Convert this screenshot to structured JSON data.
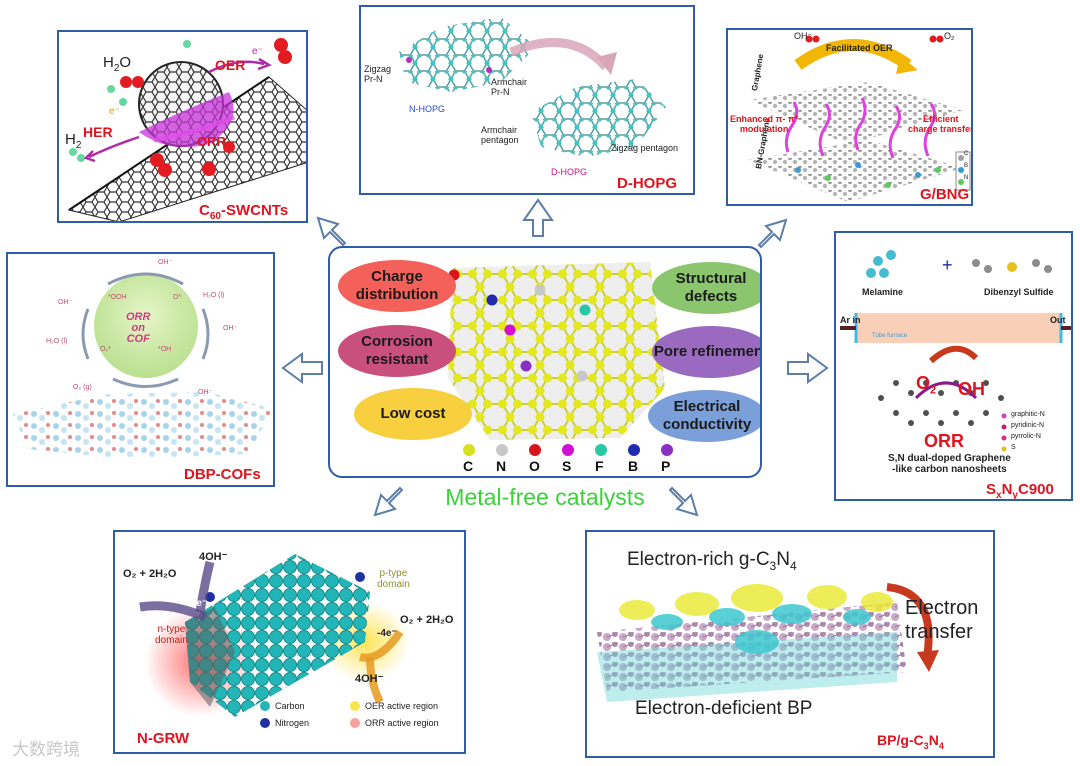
{
  "center": {
    "properties": [
      "Charge distribution",
      "Corrosion resistant",
      "Low cost",
      "Structural defects",
      "Pore refinement",
      "Electrical conductivity"
    ],
    "pill_colors": [
      "#f4605a",
      "#c9507c",
      "#f7cf3f",
      "#8bc56e",
      "#9a6ac0",
      "#7b9fd8"
    ],
    "legend": [
      {
        "symbol": "C",
        "color": "#d9e021"
      },
      {
        "symbol": "N",
        "color": "#c8c8c8"
      },
      {
        "symbol": "O",
        "color": "#d9141c"
      },
      {
        "symbol": "S",
        "color": "#d40fd4"
      },
      {
        "symbol": "F",
        "color": "#26c9a4"
      },
      {
        "symbol": "B",
        "color": "#1f2ab0"
      },
      {
        "symbol": "P",
        "color": "#8a2fc4"
      }
    ],
    "title": "Metal-free catalysts"
  },
  "panels": {
    "c60": {
      "label_main": "C",
      "label_sub": "60",
      "label_rest": "-SWCNTs",
      "h2o": "H",
      "h2o_sub": "2",
      "h2o_rest": "O",
      "h2": "H",
      "h2_sub": "2",
      "oer": "OER",
      "her": "HER",
      "orr": "ORR",
      "electron": "e⁻"
    },
    "dhopg": {
      "label": "D-HOPG",
      "zigzag_prn": "Zigzag",
      "prn": "Pr-N",
      "armchair_prn": "Armchair",
      "prn2": "Pr-N",
      "nhopg": "N-HOPG",
      "armchair_pent": "Armchair",
      "pentagon": "pentagon",
      "zigzag_pent": "Zigzag pentagon",
      "dhopg_small": "D-HOPG"
    },
    "gbng": {
      "label": "G/BNG",
      "oh": "OH⁻",
      "o2": "O₂",
      "facilitated": "Facilitated OER",
      "graphene": "Graphene",
      "bn_graphene": "BN-Graphene",
      "enhanced": "Enhanced π- π*",
      "modulation": "modulation",
      "efficient": "Efficient",
      "charge_transfer": "charge transfer",
      "legend_c": "C",
      "legend_b": "B",
      "legend_n": "N"
    },
    "cof": {
      "label": "DBP-COFs",
      "orr": "ORR",
      "on": "on",
      "cof": "COF",
      "oh1": "OH⁻",
      "h2o_1": "H₂O (l)",
      "o2g": "O₂ (g)",
      "ooh": "*OOH",
      "o_star": "O*",
      "oh_star": "*OH",
      "o2_star": "O₂*",
      "oh2": "OH⁻",
      "oh3": "OH⁻",
      "oh4": "OH⁻",
      "h2o_2": "H₂O (l)"
    },
    "sxny": {
      "label_s": "S",
      "label_x": "x",
      "label_n": "N",
      "label_y": "y",
      "label_rest": "C900",
      "melamine": "Melamine",
      "dbs": "Dibenzyl Sulfide",
      "plus": "+",
      "ar_in": "Ar in",
      "out": "Out",
      "tube": "Tube furnace",
      "o2": "O",
      "o2_sub": "2",
      "oh": "OH",
      "orr": "ORR",
      "desc1": "S,N dual-doped Graphene",
      "desc2": "-like carbon nanosheets",
      "leg1": "graphitic-N",
      "leg2": "pyridinic-N",
      "leg3": "pyrrolic-N",
      "leg4": "S"
    },
    "ngrw": {
      "label": "N-GRW",
      "o2": "O₂ + 2H₂O",
      "oh_top": "4OH⁻",
      "e_left": "+4e⁻",
      "ntype": "n-type",
      "domain1": "domain",
      "ptype": "p-type",
      "domain2": "domain",
      "e_right": "-4e⁻",
      "o2_right": "O₂ + 2H₂O",
      "oh_bottom": "4OH⁻",
      "leg_carbon": "Carbon",
      "leg_nitrogen": "Nitrogen",
      "leg_oer": "OER active region",
      "leg_orr": "ORR active region"
    },
    "bpgcn": {
      "label_pre": "BP/g-C",
      "label_3": "3",
      "label_N": "N",
      "label_4": "4",
      "rich_pre": "Electron-rich g-C",
      "rich_3": "3",
      "rich_N": "N",
      "rich_4": "4",
      "transfer1": "Electron",
      "transfer2": "transfer",
      "deficient": "Electron-deficient BP"
    }
  },
  "watermark": "大数跨境"
}
